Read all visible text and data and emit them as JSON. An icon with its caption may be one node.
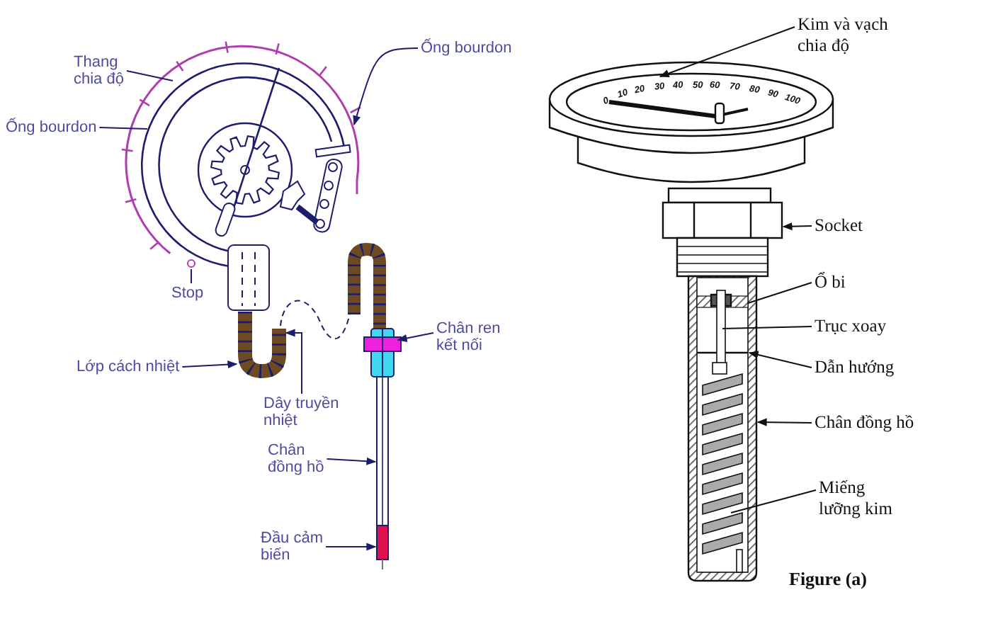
{
  "diagram": {
    "nodes": [
      {
        "text": [
          "Thang chia độ"
        ]
      },
      {
        "text": [
          "Ống bourdon"
        ]
      },
      {
        "text": [
          "Ống bourdon"
        ]
      },
      {
        "text": [
          "Stop"
        ]
      },
      {
        "text": [
          "Lớp cách nhiệt"
        ]
      },
      {
        "text": [
          "Dây truyền nhiệt"
        ]
      },
      {
        "text": [
          "Chân ren kết nối"
        ]
      },
      {
        "text": [
          "Chân đồng hồ"
        ]
      },
      {
        "text": [
          "Đầu cảm biến"
        ]
      },
      {
        "text": [
          "Kim và vạch chia độ"
        ]
      },
      {
        "text": [
          "Socket"
        ]
      },
      {
        "text": [
          "Ổ bi"
        ]
      },
      {
        "text": [
          "Trục xoay"
        ]
      },
      {
        "text": [
          "Dẫn hướng"
        ]
      },
      {
        "text": [
          "Chân đồng hồ"
        ]
      },
      {
        "text": [
          "Miếng lưỡng kim"
        ]
      },
      {
        "text": [],
        "shape": "picture"
      },
      {
        "text": [],
        "shape": "picture"
      }
    ],
    "edges": [
      {
        "from": 0,
        "to": null,
        "arrow": "none"
      },
      {
        "from": 1,
        "to": null,
        "arrow": "none"
      },
      {
        "from": 2,
        "to": null,
        "arrow": "to"
      },
      {
        "from": 3,
        "to": null,
        "arrow": "none"
      },
      {
        "from": 4,
        "to": 16,
        "arrow": "to"
      },
      {
        "from": 5,
        "to": 16,
        "arrow": "to"
      },
      {
        "from": 6,
        "to": null,
        "arrow": "to"
      },
      {
        "from": 7,
        "to": null,
        "arrow": "to"
      },
      {
        "from": 8,
        "to": null,
        "arrow": "to"
      },
      {
        "from": 9,
        "to": 17,
        "arrow": "to",
        "color": "#111111"
      },
      {
        "from": 10,
        "to": null,
        "arrow": "to",
        "color": "#111111"
      },
      {
        "from": 11,
        "to": null,
        "arrow": "none",
        "color": "#111111"
      },
      {
        "from": 12,
        "to": null,
        "arrow": "none",
        "color": "#111111"
      },
      {
        "from": 13,
        "to": null,
        "arrow": "to",
        "color": "#111111"
      },
      {
        "from": 14,
        "to": null,
        "arrow": "to",
        "color": "#111111"
      },
      {
        "from": 15,
        "to": null,
        "arrow": "none",
        "color": "#111111"
      }
    ],
    "labels": [
      "0",
      "10",
      "20",
      "30",
      "40",
      "50",
      "60",
      "70",
      "80",
      "90",
      "100",
      "Figure (a)"
    ]
  }
}
